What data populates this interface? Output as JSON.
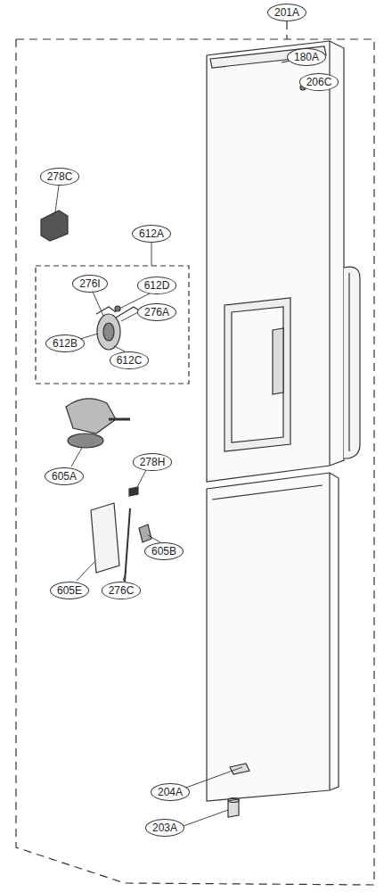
{
  "diagram": {
    "labels": [
      "201A",
      "180A",
      "206C",
      "278C",
      "612A",
      "276I",
      "612D",
      "276A",
      "612B",
      "612C",
      "605A",
      "278H",
      "605B",
      "605E",
      "276C",
      "204A",
      "203A"
    ]
  }
}
